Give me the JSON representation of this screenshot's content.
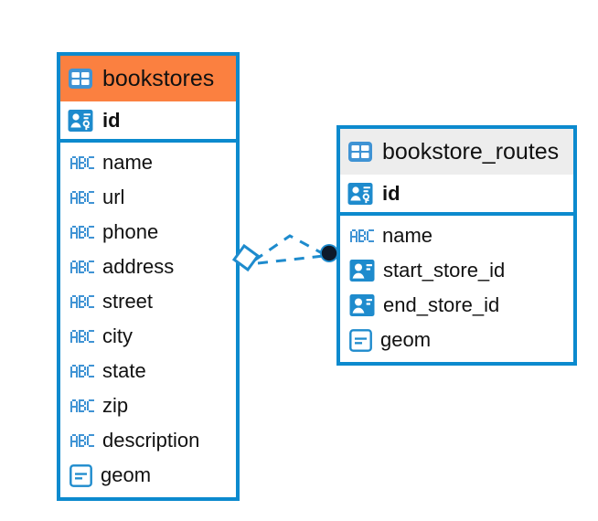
{
  "diagram": {
    "type": "entity-relationship-diagram",
    "background_color": "#ffffff",
    "accent_color": "#0c8ace",
    "highlight_color": "#fb8040",
    "header_grey": "#ededed"
  },
  "entities": [
    {
      "name": "bookstores",
      "header_style": "orange",
      "primary_key": {
        "label": "id",
        "icon": "primary-key-icon"
      },
      "fields": [
        {
          "label": "name",
          "icon": "abc-text-icon"
        },
        {
          "label": "url",
          "icon": "abc-text-icon"
        },
        {
          "label": "phone",
          "icon": "abc-text-icon"
        },
        {
          "label": "address",
          "icon": "abc-text-icon"
        },
        {
          "label": "street",
          "icon": "abc-text-icon"
        },
        {
          "label": "city",
          "icon": "abc-text-icon"
        },
        {
          "label": "state",
          "icon": "abc-text-icon"
        },
        {
          "label": "zip",
          "icon": "abc-text-icon"
        },
        {
          "label": "description",
          "icon": "abc-text-icon"
        },
        {
          "label": "geom",
          "icon": "geometry-icon"
        }
      ]
    },
    {
      "name": "bookstore_routes",
      "header_style": "grey",
      "primary_key": {
        "label": "id",
        "icon": "primary-key-icon"
      },
      "fields": [
        {
          "label": "name",
          "icon": "abc-text-icon"
        },
        {
          "label": "start_store_id",
          "icon": "foreign-key-icon"
        },
        {
          "label": "end_store_id",
          "icon": "foreign-key-icon"
        },
        {
          "label": "geom",
          "icon": "geometry-icon"
        }
      ]
    }
  ],
  "relationship": {
    "from_entity": "bookstores",
    "to_entity": "bookstore_routes",
    "from_marker": "diamond-open-marker",
    "to_marker": "filled-circle-marker",
    "line_style": "dashed",
    "line_color": "#0c8ace",
    "marker_end_color": "#0d1a2b"
  }
}
